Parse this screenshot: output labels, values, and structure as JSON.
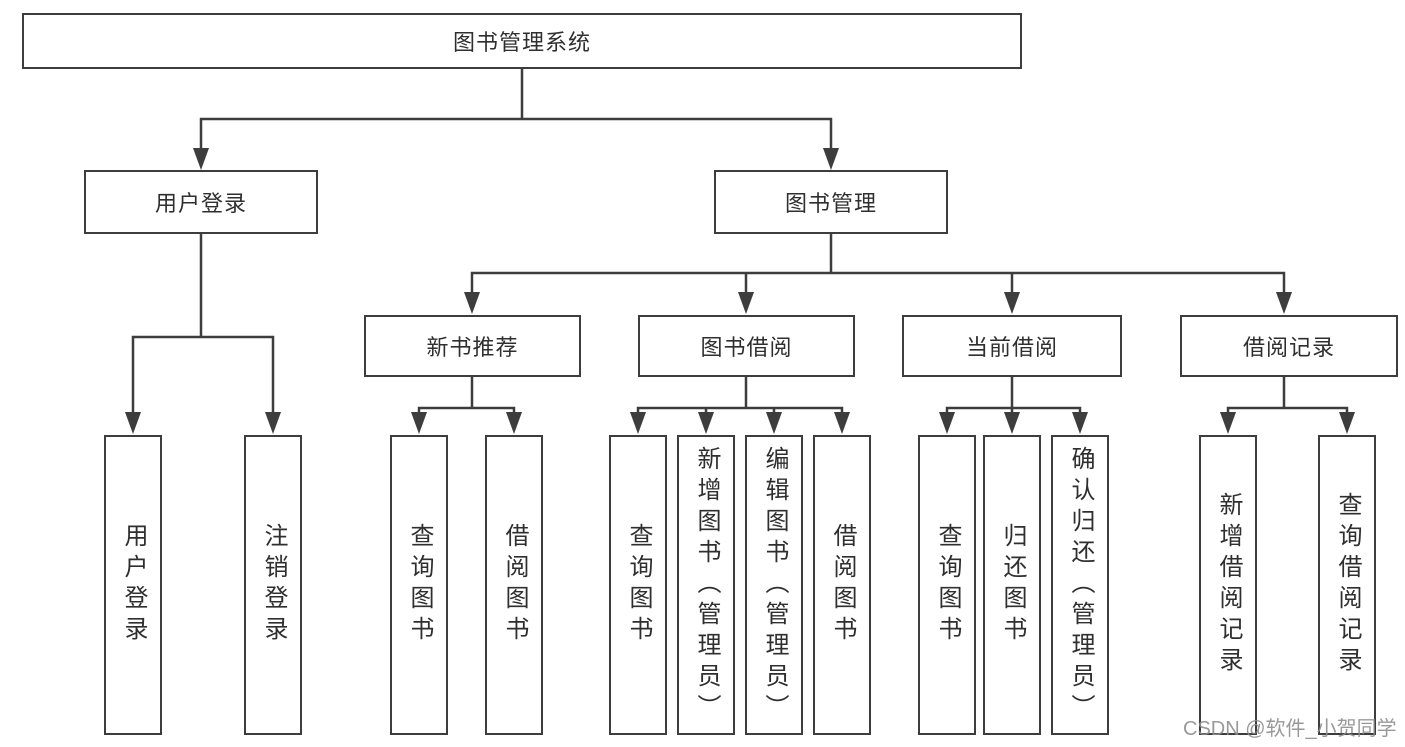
{
  "tree": {
    "root": {
      "label": "图书管理系统"
    },
    "branches": [
      {
        "label": "用户登录",
        "children": [
          {
            "label": "用户登录"
          },
          {
            "label": "注销登录"
          }
        ]
      },
      {
        "label": "图书管理",
        "children": [
          {
            "label": "新书推荐",
            "children": [
              {
                "label": "查询图书"
              },
              {
                "label": "借阅图书"
              }
            ]
          },
          {
            "label": "图书借阅",
            "children": [
              {
                "label": "查询图书"
              },
              {
                "label": "新增图书（管理员）"
              },
              {
                "label": "编辑图书（管理员）"
              },
              {
                "label": "借阅图书"
              }
            ]
          },
          {
            "label": "当前借阅",
            "children": [
              {
                "label": "查询图书"
              },
              {
                "label": "归还图书"
              },
              {
                "label": "确认归还（管理员）"
              }
            ]
          },
          {
            "label": "借阅记录",
            "children": [
              {
                "label": "新增借阅记录"
              },
              {
                "label": "查询借阅记录"
              }
            ]
          }
        ]
      }
    ]
  },
  "watermark": "CSDN @软件_小贺同学",
  "colors": {
    "line": "#3d3d3d",
    "box_border": "#3d3d3d",
    "text": "#2f2f2f",
    "watermark": "#8c8c8c",
    "background": "#ffffff"
  }
}
